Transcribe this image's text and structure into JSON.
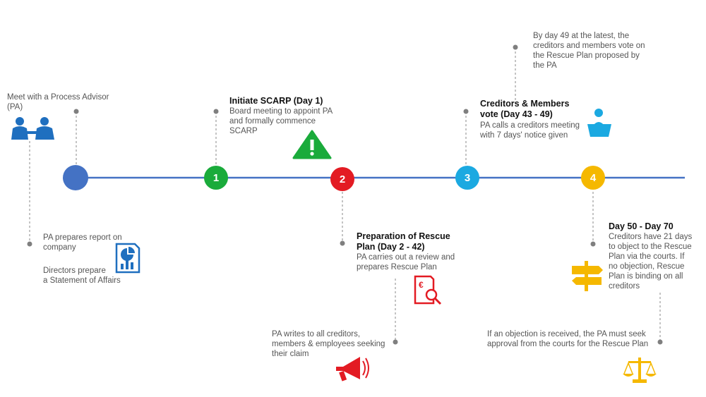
{
  "steps": [
    {
      "number": "",
      "color": "#4472c4"
    },
    {
      "number": "1",
      "color": "#1aab3b"
    },
    {
      "number": "2",
      "color": "#e31b23"
    },
    {
      "number": "3",
      "color": "#1ba9e1"
    },
    {
      "number": "4",
      "color": "#f5b800"
    }
  ],
  "colors": {
    "timeline": "#4472c4",
    "connector": "#8a8a8a"
  },
  "annotations": {
    "pa_meeting": "Meet with a Process Advisor\n(PA)",
    "report": "PA prepares report on\ncompany",
    "statement": "Directors prepare\na Statement of Affairs",
    "initiate_title": "Initiate  SCARP (Day 1)",
    "initiate_text": "Board meeting to appoint PA\nand formally commence\nSCARP",
    "rescue_title": "Preparation of Rescue\nPlan (Day 2 - 42)",
    "rescue_text": "PA carries out a review and\nprepares Rescue Plan",
    "writes": "PA writes to all creditors,\nmembers & employees seeking\ntheir claim",
    "vote_title": "Creditors & Members\nvote (Day 43 - 49)",
    "vote_text": "PA calls a creditors meeting\nwith 7 days' notice given",
    "day49": "By day 49 at the latest, the\ncreditors and members vote on\nthe Rescue Plan proposed by\nthe PA",
    "day50_title": "Day 50 - Day 70",
    "day50_text": "Creditors have 21 days\nto object to the Rescue\nPlan via the courts.  If\nno objection, Rescue\nPlan is binding on all\ncreditors",
    "objection": "If an objection is received, the PA must seek\napproval from the courts for the Rescue Plan"
  },
  "icons": {
    "meeting": {
      "name": "people-meeting-icon",
      "color": "#1f6fbf"
    },
    "report": {
      "name": "report-chart-icon",
      "color": "#1f6fbf"
    },
    "warning": {
      "name": "warning-triangle-icon",
      "color": "#1aab3b"
    },
    "euro_doc": {
      "name": "euro-document-search-icon",
      "color": "#e31b23"
    },
    "megaphone": {
      "name": "megaphone-icon",
      "color": "#e31b23"
    },
    "speaker": {
      "name": "speaker-podium-icon",
      "color": "#1ba9e1"
    },
    "signpost": {
      "name": "signpost-icon",
      "color": "#f5b800"
    },
    "scales": {
      "name": "scales-of-justice-icon",
      "color": "#f5b800"
    }
  }
}
